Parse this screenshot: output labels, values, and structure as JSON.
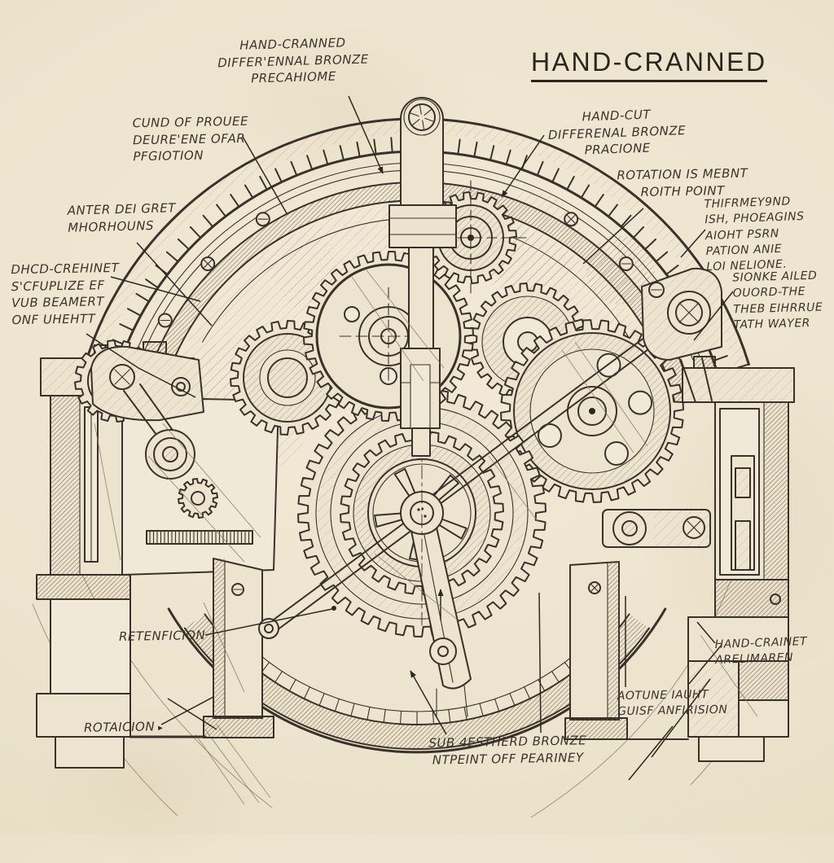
{
  "title": {
    "text": "HAND-CRANNED"
  },
  "annotations": {
    "top_center": "HAND-CRANNED\nDIFFER'ENNAL BRONZE\nPRECAHIOME",
    "hand_cut": "HAND-CUT\nDIFFERENAL BRONZE\nPRACIONE",
    "rotation_point": "ROTATION IS MEBNT\nROITH POINT",
    "cund": "CUND OF PROUEE\nDEURE'ENE OFAR\nPFGIOTION",
    "anter": "ANTER DEI GRET\nMHORHOUNS",
    "dhcd": "DHCD-CREHINET\nS'CFUPLIZE EF\nVUB BEAMERT\nONF UHEHTT",
    "thifrm": "THIFRMEY9ND\nISH, PHOEAGINS\nAIOHT PSRN\nPATION ANIE\nLOI NELIONE.",
    "sionke": "SIONKE AILED\nOUORD-THE\nTHEB EIHRRUE\nTATH WAYER",
    "retenficion": "RETENFICION",
    "rotaicion": "ROTAICION",
    "hand_crainet": "HAND-CRAINET\nARELIMAREN",
    "aotune": "AOTUNE IAUHT\nGUISF ANFIRISION",
    "sub_bottom": "SUB 4ESTHERD BRONZE\nNTPEINT OFF PEARINEY"
  },
  "icons": {
    "rotaicion_arrow": "▸"
  },
  "colors": {
    "paper": "#ece3cd",
    "ink": "#3a322a",
    "bronze_hatch": "#6a5a43"
  }
}
